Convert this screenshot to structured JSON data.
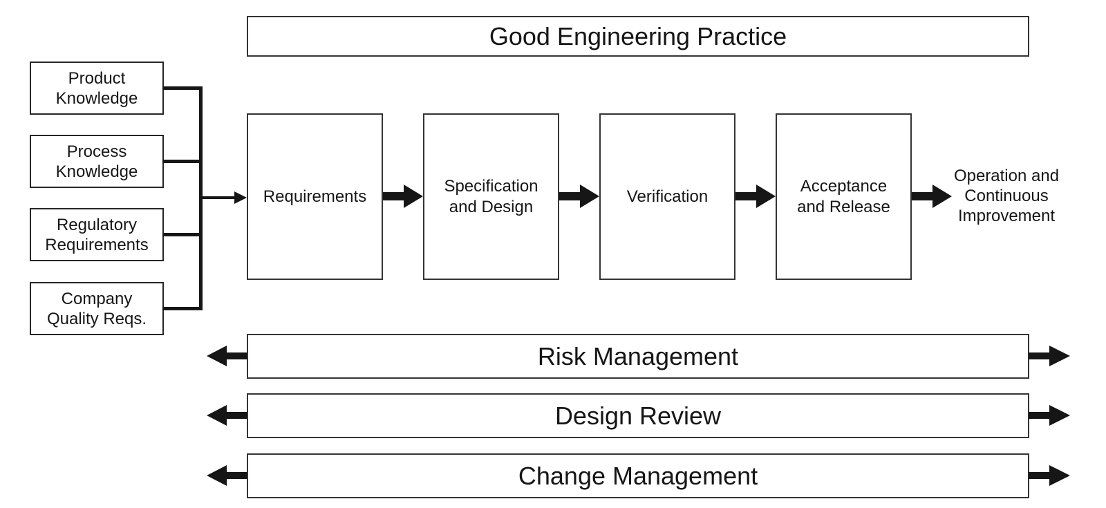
{
  "banner": {
    "label": "Good Engineering Practice"
  },
  "left_inputs": [
    {
      "lines": [
        "Product",
        "Knowledge"
      ]
    },
    {
      "lines": [
        "Process",
        "Knowledge"
      ]
    },
    {
      "lines": [
        "Regulatory",
        "Requirements"
      ]
    },
    {
      "lines": [
        "Company",
        "Quality Reqs."
      ]
    }
  ],
  "process_flow": {
    "stages": [
      {
        "lines": [
          "Requirements"
        ]
      },
      {
        "lines": [
          "Specification",
          "and Design"
        ]
      },
      {
        "lines": [
          "Verification"
        ]
      },
      {
        "lines": [
          "Acceptance",
          "and Release"
        ]
      }
    ],
    "outcome": {
      "lines": [
        "Operation and",
        "Continuous",
        "Improvement"
      ]
    }
  },
  "support_bars": [
    {
      "label": "Risk Management"
    },
    {
      "label": "Design Review"
    },
    {
      "label": "Change Management"
    }
  ],
  "icons": {
    "merge_arrow": "thin-right-arrow",
    "flow_arrow": "thick-right-arrow",
    "bar_left_arrow": "thick-left-arrow",
    "bar_right_arrow": "thick-right-arrow"
  },
  "colors": {
    "ink": "#161616",
    "box_border": "#343434",
    "background": "#ffffff"
  }
}
